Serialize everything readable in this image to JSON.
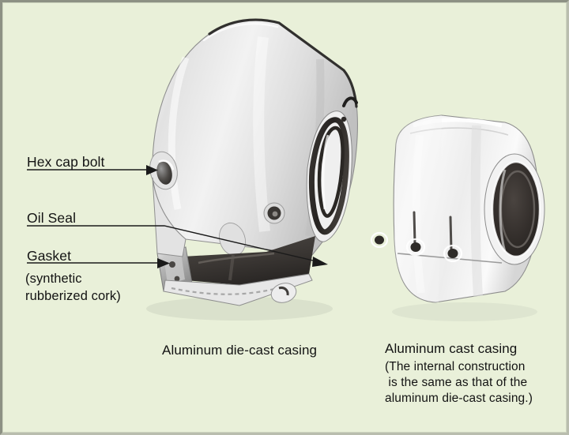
{
  "figure": {
    "background_color": "#e9f0d9",
    "border_color": "#8d9184",
    "subject": "exploded-view photograph of two motor casings"
  },
  "callouts": {
    "hex_cap_bolt": "Hex cap bolt",
    "oil_seal": "Oil Seal",
    "gasket": "Gasket",
    "gasket_note_line1": "(synthetic",
    "gasket_note_line2": " rubberized cork)"
  },
  "captions": {
    "left": "Aluminum die-cast casing",
    "right_title": "Aluminum cast casing",
    "right_note_line1": "(The internal construction",
    "right_note_line2": " is the same as that of the",
    "right_note_line3": "aluminum die-cast casing.)"
  },
  "parts": {
    "left_object": "aluminum die-cast casing",
    "right_object": "aluminum cast casing",
    "features": [
      "hex cap bolt boss",
      "oil seal ring",
      "gasket flange",
      "bolt holes",
      "cylindrical bore"
    ]
  }
}
